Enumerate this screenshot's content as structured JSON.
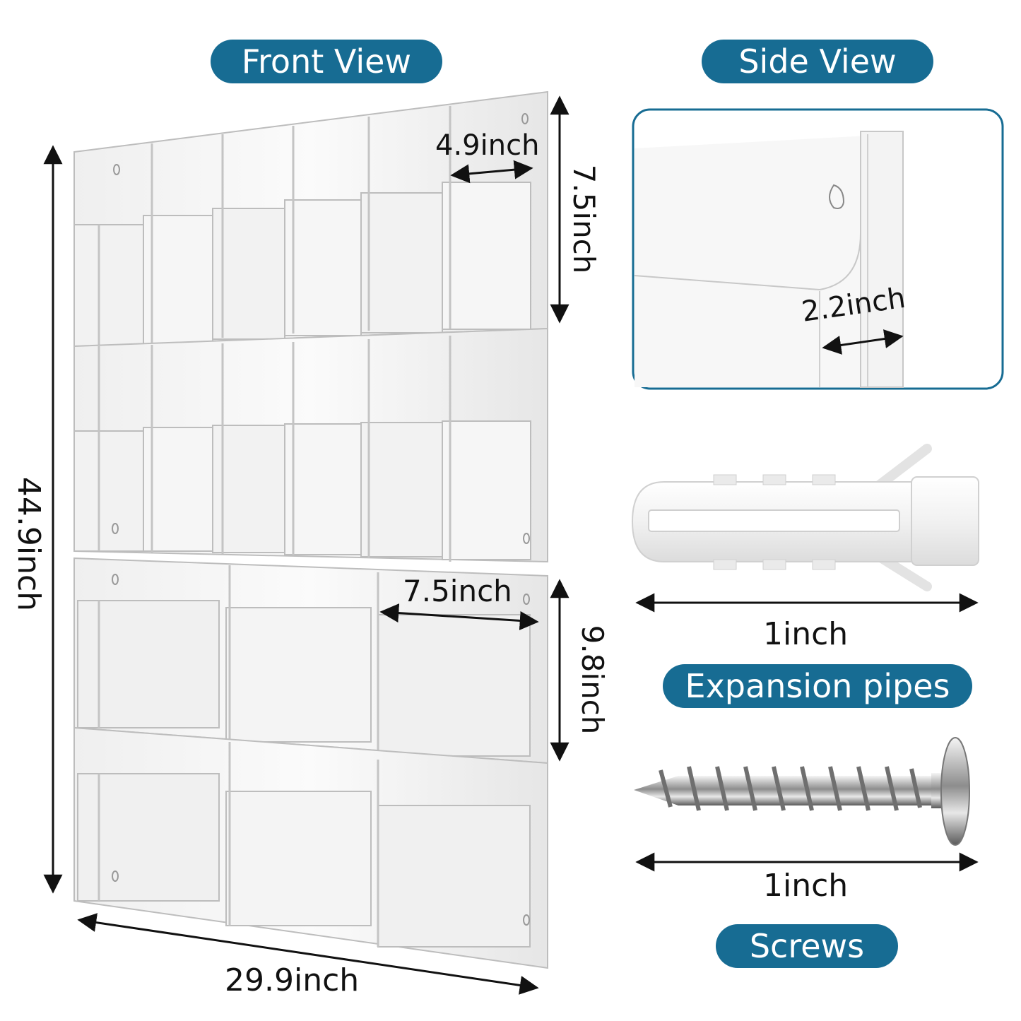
{
  "labels": {
    "front_view": "Front View",
    "side_view": "Side View",
    "expansion_pipes": "Expansion pipes",
    "screws": "Screws"
  },
  "dimensions": {
    "total_height": "44.9inch",
    "total_width": "29.9inch",
    "small_pocket_width": "4.9inch",
    "small_pocket_height": "7.5inch",
    "large_pocket_width": "7.5inch",
    "large_pocket_height": "9.8inch",
    "side_depth": "2.2inch",
    "pipe_length": "1inch",
    "screw_length": "1inch"
  },
  "colors": {
    "accent": "#176c93",
    "acrylic_edge": "#c9c9c9"
  }
}
